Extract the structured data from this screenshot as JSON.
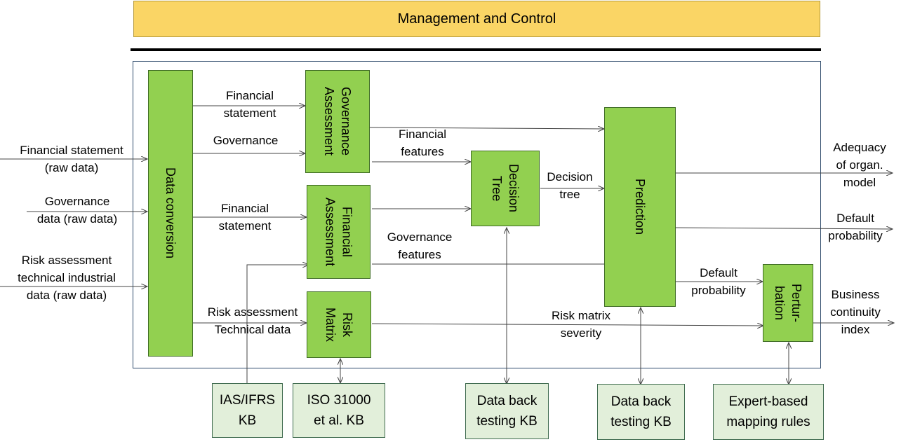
{
  "header": {
    "title": "Management and Control"
  },
  "boxes": {
    "data_conversion": "Data conversion",
    "governance_assessment": "Governance\nAssessment",
    "financial_assessment": "Financial\nAssessment",
    "risk_matrix": "Risk\nMatrix",
    "decision_tree": "Decision\nTree",
    "prediction": "Prediction",
    "perturbation": "Pertur-\nbation"
  },
  "inputs": {
    "financial_raw": "Financial statement\n(raw data)",
    "governance_raw": "Governance\ndata (raw data)",
    "risk_raw": "Risk assessment\ntechnical industrial\ndata  (raw data)"
  },
  "edge_labels": {
    "financial_statement_1": "Financial\nstatement",
    "governance": "Governance",
    "financial_statement_2": "Financial\nstatement",
    "risk_technical": "Risk assessment\nTechnical data",
    "financial_features": "Financial\nfeatures",
    "governance_features": "Governance\nfeatures",
    "decision_tree": "Decision\ntree",
    "risk_matrix_severity": "Risk matrix\nseverity",
    "default_probability_inner": "Default\nprobability"
  },
  "outputs": {
    "adequacy": "Adequacy\nof organ.\nmodel",
    "default_probability": "Default\nprobability",
    "business_continuity": "Business\ncontinuity\nindex"
  },
  "knowledge_bases": {
    "ias_ifrs": "IAS/IFRS\nKB",
    "iso31000": "ISO 31000\net al. KB",
    "backtesting_1": "Data back\ntesting KB",
    "backtesting_2": "Data back\ntesting KB",
    "expert_rules": "Expert-based\nmapping rules"
  },
  "colors": {
    "banner": "#fad565",
    "box_green": "#92d050",
    "kb_fill": "#e2efda",
    "frame": "#2e4a6b"
  }
}
